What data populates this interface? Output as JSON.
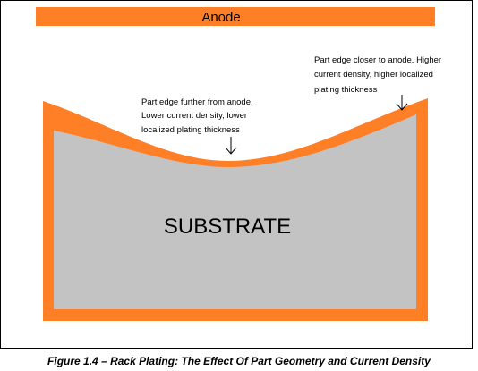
{
  "diagram": {
    "anode_label": "Anode",
    "substrate_label": "SUBSTRATE",
    "annotations": {
      "far_edge": [
        "Part edge further  from anode.",
        "Lower current density, lower",
        "localized plating thickness"
      ],
      "near_edge": [
        "Part edge closer to anode. Higher",
        "current density, higher localized",
        "plating thickness"
      ]
    },
    "colors": {
      "anode": "#ff7f27",
      "plating": "#ff7f27",
      "substrate": "#c3c3c3",
      "border": "#000000",
      "text": "#000000"
    }
  },
  "caption": "Figure 1.4 – Rack Plating: The Effect Of Part Geometry and Current Density"
}
